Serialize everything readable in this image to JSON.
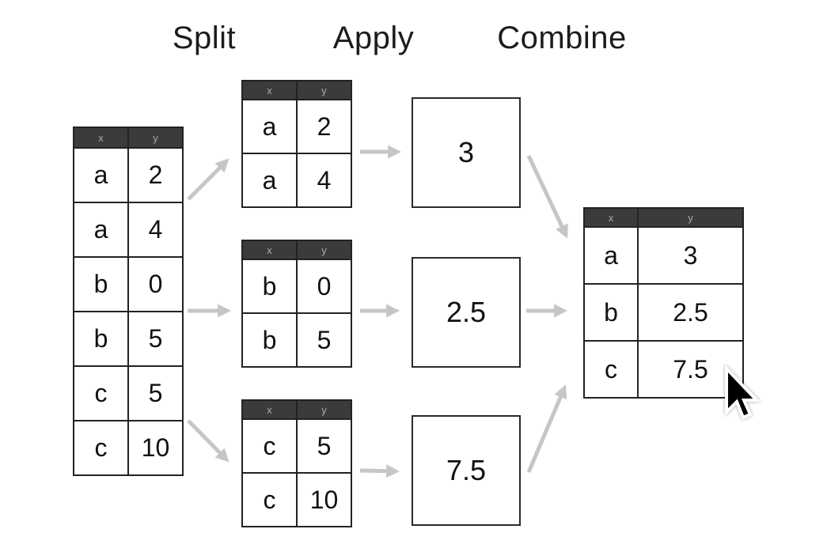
{
  "stage_labels": {
    "split": "Split",
    "apply": "Apply",
    "combine": "Combine"
  },
  "colors": {
    "background": "#ffffff",
    "table_grid": "#222222",
    "header_bg": "#3b3b3b",
    "header_text": "#aaaaaa",
    "cell_text": "#111111",
    "arrow": "#c6c6c6",
    "cursor_fill": "#000000",
    "cursor_outline": "#ffffff"
  },
  "source_table": {
    "headers": [
      "x",
      "y"
    ],
    "rows": [
      [
        "a",
        "2"
      ],
      [
        "a",
        "4"
      ],
      [
        "b",
        "0"
      ],
      [
        "b",
        "5"
      ],
      [
        "c",
        "5"
      ],
      [
        "c",
        "10"
      ]
    ]
  },
  "split_tables": [
    {
      "headers": [
        "x",
        "y"
      ],
      "rows": [
        [
          "a",
          "2"
        ],
        [
          "a",
          "4"
        ]
      ]
    },
    {
      "headers": [
        "x",
        "y"
      ],
      "rows": [
        [
          "b",
          "0"
        ],
        [
          "b",
          "5"
        ]
      ]
    },
    {
      "headers": [
        "x",
        "y"
      ],
      "rows": [
        [
          "c",
          "5"
        ],
        [
          "c",
          "10"
        ]
      ]
    }
  ],
  "apply_boxes": [
    {
      "value": "3"
    },
    {
      "value": "2.5"
    },
    {
      "value": "7.5"
    }
  ],
  "combined_table": {
    "headers": [
      "x",
      "y"
    ],
    "rows": [
      [
        "a",
        "3"
      ],
      [
        "b",
        "2.5"
      ],
      [
        "c",
        "7.5"
      ]
    ]
  },
  "icons": {
    "mouse_cursor": "mouse-pointer-icon"
  }
}
